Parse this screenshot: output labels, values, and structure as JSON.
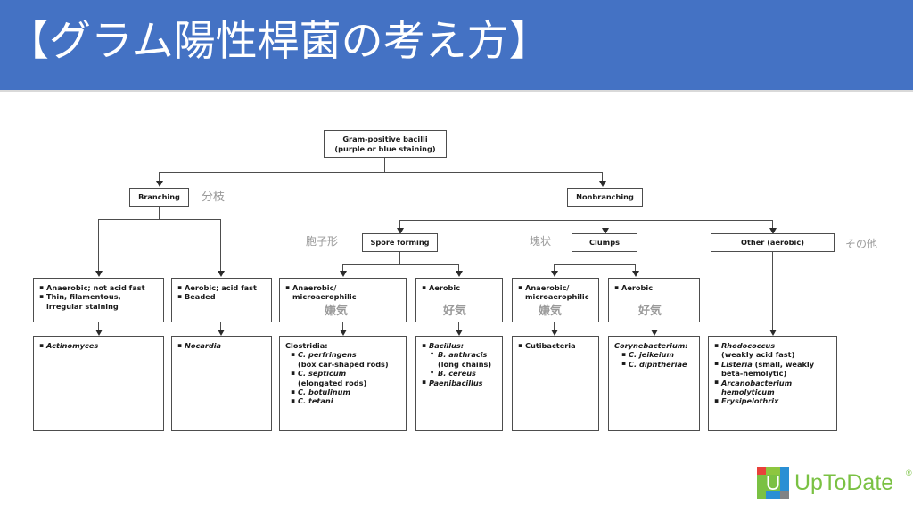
{
  "slide": {
    "title": "【グラム陽性桿菌の考え方】",
    "header_color": "#4472C4",
    "background_color": "#FFFFFF"
  },
  "diagram": {
    "type": "flowchart",
    "root": {
      "line1": "Gram-positive bacilli",
      "line2": "(purple or blue staining)"
    },
    "level1": [
      {
        "label": "Branching",
        "annotation_ja": "分枝"
      },
      {
        "label": "Nonbranching",
        "annotation_ja": ""
      }
    ],
    "level2": [
      {
        "label": "Spore forming",
        "annotation_ja": "胞子形"
      },
      {
        "label": "Clumps",
        "annotation_ja": "塊状"
      },
      {
        "label": "Other (aerobic)",
        "annotation_ja": "その他"
      }
    ],
    "criteria": [
      {
        "id": "branching-anaerobic",
        "items": [
          "Anaerobic; not acid fast",
          "Thin, filamentous, irregular staining"
        ],
        "annotation_ja": ""
      },
      {
        "id": "branching-aerobic",
        "items": [
          "Aerobic; acid fast",
          "Beaded"
        ],
        "annotation_ja": ""
      },
      {
        "id": "spore-anaerobic",
        "items": [
          "Anaerobic/ microaerophilic"
        ],
        "annotation_ja": "嫌気"
      },
      {
        "id": "spore-aerobic",
        "items": [
          "Aerobic"
        ],
        "annotation_ja": "好気"
      },
      {
        "id": "clumps-anaerobic",
        "items": [
          "Anaerobic/ microaerophilic"
        ],
        "annotation_ja": "嫌気"
      },
      {
        "id": "clumps-aerobic",
        "items": [
          "Aerobic"
        ],
        "annotation_ja": "好気"
      }
    ],
    "leaves": [
      {
        "id": "leaf-actinomyces",
        "lines": [
          {
            "bullet": "square",
            "indent": 0,
            "text": "Actinomyces",
            "italic": true
          }
        ]
      },
      {
        "id": "leaf-nocardia",
        "lines": [
          {
            "bullet": "square",
            "indent": 0,
            "text": "Nocardia",
            "italic": true
          }
        ]
      },
      {
        "id": "leaf-clostridia",
        "lines": [
          {
            "bullet": "none",
            "indent": 0,
            "text": "Clostridia:",
            "italic": false
          },
          {
            "bullet": "square",
            "indent": 1,
            "text": "C. perfringens",
            "italic": true,
            "note": "(box car-shaped rods)"
          },
          {
            "bullet": "square",
            "indent": 1,
            "text": "C. septicum",
            "italic": true,
            "note": "(elongated rods)"
          },
          {
            "bullet": "square",
            "indent": 1,
            "text": "C. botulinum",
            "italic": true
          },
          {
            "bullet": "square",
            "indent": 1,
            "text": "C. tetani",
            "italic": true
          }
        ]
      },
      {
        "id": "leaf-bacillus",
        "lines": [
          {
            "bullet": "square",
            "indent": 0,
            "text": "Bacillus:",
            "italic": true
          },
          {
            "bullet": "round",
            "indent": 1,
            "text": "B. anthracis",
            "italic": true,
            "note": "(long chains)"
          },
          {
            "bullet": "round",
            "indent": 1,
            "text": "B. cereus",
            "italic": true
          },
          {
            "bullet": "square",
            "indent": 0,
            "text": "Paenibacillus",
            "italic": true
          }
        ]
      },
      {
        "id": "leaf-cutibacteria",
        "lines": [
          {
            "bullet": "square",
            "indent": 0,
            "text": "Cutibacteria",
            "italic": false
          }
        ]
      },
      {
        "id": "leaf-corynebacterium",
        "lines": [
          {
            "bullet": "none",
            "indent": 0,
            "text": "Corynebacterium:",
            "italic": true
          },
          {
            "bullet": "square",
            "indent": 1,
            "text": "C. jeikeium",
            "italic": true
          },
          {
            "bullet": "square",
            "indent": 1,
            "text": "C. diphtheriae",
            "italic": true
          }
        ]
      },
      {
        "id": "leaf-other-aerobic",
        "lines": [
          {
            "bullet": "square",
            "indent": 0,
            "text": "Rhodococcus",
            "italic": true,
            "note": "(weakly acid fast)"
          },
          {
            "bullet": "square",
            "indent": 0,
            "text": "Listeria",
            "italic": true,
            "note": "(small, weakly beta-hemolytic)"
          },
          {
            "bullet": "square",
            "indent": 0,
            "text": "Arcanobacterium hemolyticum",
            "italic": true
          },
          {
            "bullet": "square",
            "indent": 0,
            "text": "Erysipelothrix",
            "italic": true
          }
        ]
      }
    ]
  },
  "logo": {
    "letter": "U",
    "text": "UpToDate",
    "registered": "®",
    "color": "#7AC143"
  }
}
